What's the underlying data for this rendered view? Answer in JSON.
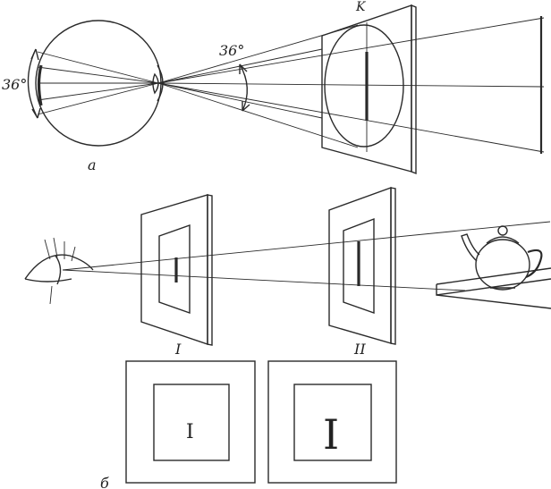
{
  "labels": {
    "eye_angle": "36°",
    "field_angle": "36°",
    "frame_K": "K",
    "part_a": "а",
    "part_b": "б",
    "frame_I": "I",
    "frame_II": "II",
    "letter_small": "I",
    "letter_large": "I"
  },
  "colors": {
    "ink": "#2a2a2a",
    "paper": "#ffffff"
  }
}
